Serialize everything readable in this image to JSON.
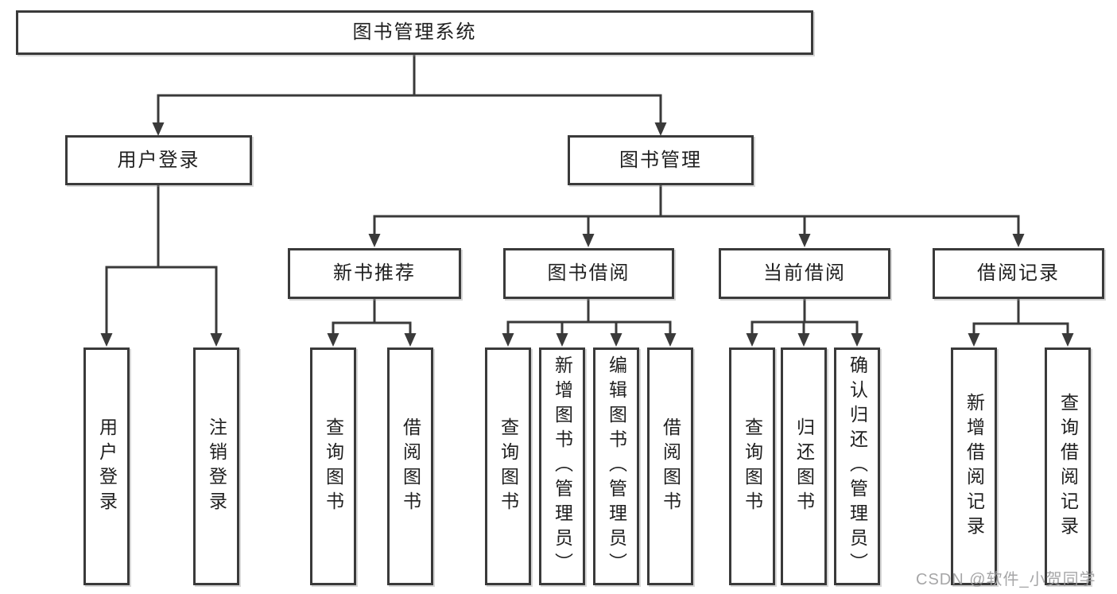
{
  "tree": {
    "root": {
      "label": "图书管理系统",
      "children": [
        {
          "label": "用户登录",
          "children": [
            {
              "label": "用户登录"
            },
            {
              "label": "注销登录"
            }
          ]
        },
        {
          "label": "图书管理",
          "children": [
            {
              "label": "新书推荐",
              "children": [
                {
                  "label": "查询图书"
                },
                {
                  "label": "借阅图书"
                }
              ]
            },
            {
              "label": "图书借阅",
              "children": [
                {
                  "label": "查询图书"
                },
                {
                  "label": "新增图书（管理员）"
                },
                {
                  "label": "编辑图书（管理员）"
                },
                {
                  "label": "借阅图书"
                }
              ]
            },
            {
              "label": "当前借阅",
              "children": [
                {
                  "label": "查询图书"
                },
                {
                  "label": "归还图书"
                },
                {
                  "label": "确认归还（管理员）"
                }
              ]
            },
            {
              "label": "借阅记录",
              "children": [
                {
                  "label": "新增借阅记录"
                },
                {
                  "label": "查询借阅记录"
                }
              ]
            }
          ]
        }
      ]
    }
  },
  "watermark": {
    "text": "CSDN @软件_小贺同学"
  },
  "colors": {
    "line": "#3a3a3a",
    "box_border": "#3a3a3a",
    "text": "#1f1f1f",
    "background": "#ffffff",
    "watermark": "#9e9ea0"
  }
}
